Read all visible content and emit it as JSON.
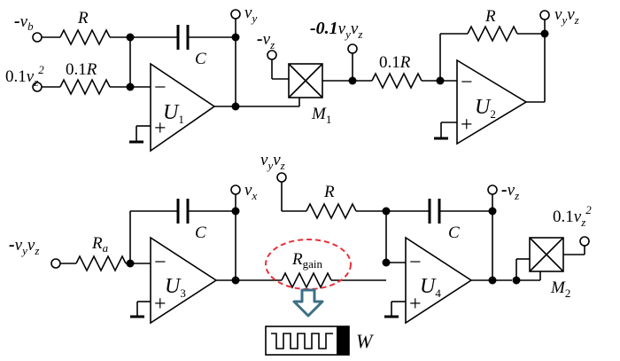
{
  "blocks": {
    "u1": {
      "opamp": {
        "name": "U",
        "sub": "1"
      },
      "input_b": {
        "sign": "-",
        "var": "v",
        "sub": "b"
      },
      "input_z2": {
        "coef": "0.1",
        "var": "v",
        "sub": "z",
        "sup": "2"
      },
      "resistor_b": {
        "name": "R"
      },
      "resistor_z2": {
        "coef": "0.1",
        "name": "R"
      },
      "capacitor": {
        "name": "C"
      },
      "output": {
        "var": "v",
        "sub": "y"
      }
    },
    "m1": {
      "multiplier": {
        "name": "M",
        "sub": "1"
      },
      "input": {
        "sign": "-",
        "var": "v",
        "sub": "z"
      },
      "output": {
        "coef": "-0.1",
        "var1": "v",
        "sub1": "y",
        "var2": "v",
        "sub2": "z"
      }
    },
    "u2": {
      "opamp": {
        "name": "U",
        "sub": "2"
      },
      "input_resistor": {
        "coef": "0.1",
        "name": "R"
      },
      "feedback_resistor": {
        "name": "R"
      },
      "output": {
        "var1": "v",
        "sub1": "y",
        "var2": "v",
        "sub2": "z"
      }
    },
    "u3": {
      "opamp": {
        "name": "U",
        "sub": "3"
      },
      "input": {
        "sign": "-",
        "var1": "v",
        "sub1": "y",
        "var2": "v",
        "sub2": "z"
      },
      "input_resistor": {
        "name": "R",
        "sub": "a"
      },
      "capacitor": {
        "name": "C"
      },
      "output": {
        "var": "v",
        "sub": "x"
      }
    },
    "u4": {
      "opamp": {
        "name": "U",
        "sub": "4"
      },
      "feedback_input": {
        "var1": "v",
        "sub1": "y",
        "var2": "v",
        "sub2": "z"
      },
      "feedback_resistor": {
        "name": "R"
      },
      "gain_resistor": {
        "name": "R",
        "sub": "gain"
      },
      "capacitor": {
        "name": "C"
      },
      "output": {
        "sign": "-",
        "var": "v",
        "sub": "z"
      }
    },
    "m2": {
      "multiplier": {
        "name": "M",
        "sub": "2"
      },
      "output": {
        "coef": "0.1",
        "var": "v",
        "sub": "z",
        "sup": "2"
      }
    },
    "w": {
      "label": "W"
    }
  },
  "signs": {
    "minus": "−",
    "plus": "+"
  }
}
